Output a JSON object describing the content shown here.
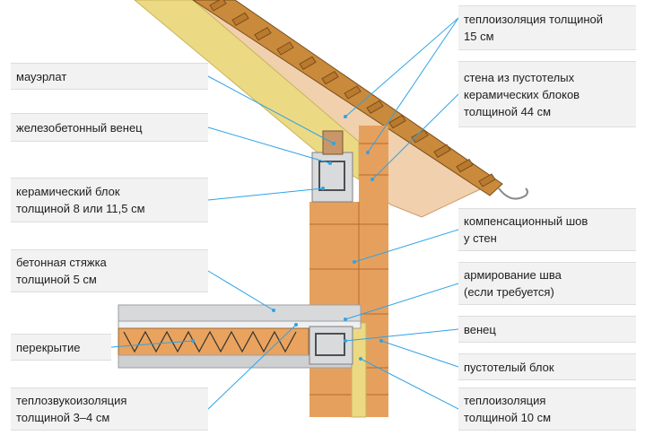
{
  "colors": {
    "leader": "#2ea3e6",
    "brick": "#e6a05e",
    "brick_line": "#b86a2a",
    "insulation": "#ecd984",
    "roof_tile": "#c98a3c",
    "concrete": "#cfd0d2",
    "label_bg": "#f2f2f3"
  },
  "labels": {
    "mauerlat": [
      "мауэрлат"
    ],
    "concrete_ring": [
      "железобетонный венец"
    ],
    "ceramic_block": [
      "керамический блок",
      "толщиной 8 или 11,5 см"
    ],
    "screed": [
      "бетонная стяжка",
      "толщиной 5 см"
    ],
    "floor": [
      "перекрытие"
    ],
    "sound_insulation": [
      "теплозвукоизоляция",
      "толщиной 3–4 см"
    ],
    "roof_insulation": [
      "теплоизоляция толщиной",
      "15 см"
    ],
    "wall": [
      "стена из пустотелых",
      "керамических блоков",
      "толщиной 44 см"
    ],
    "comp_joint": [
      "компенсационный шов",
      "у стен"
    ],
    "joint_reinforcement": [
      "армирование шва",
      "(если требуется)"
    ],
    "ring_beam": [
      "венец"
    ],
    "hollow_block": [
      "пустотелый блок"
    ],
    "wall_insulation": [
      "теплоизоляция",
      "толщиной 10 см"
    ]
  }
}
